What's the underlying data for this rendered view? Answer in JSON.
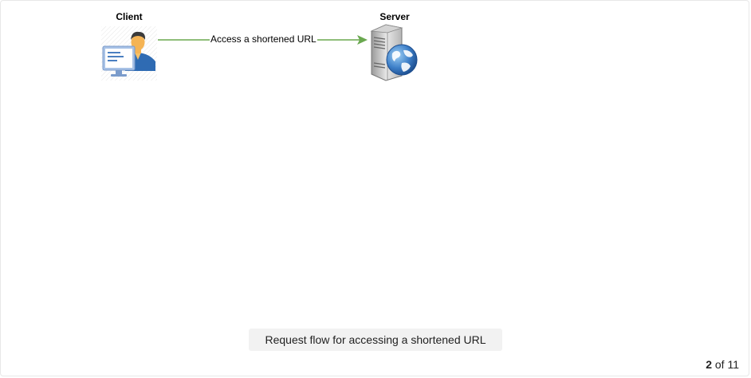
{
  "diagram": {
    "nodes": [
      {
        "id": "client",
        "label": "Client",
        "icon": "user-at-computer-icon"
      },
      {
        "id": "server",
        "label": "Server",
        "icon": "web-server-globe-icon"
      }
    ],
    "edges": [
      {
        "from": "client",
        "to": "server",
        "label": "Access a shortened URL",
        "color": "#6aa84f"
      }
    ]
  },
  "caption": "Request flow for accessing a shortened URL",
  "pagination": {
    "current": "2",
    "of_label": "of",
    "total": "11"
  }
}
